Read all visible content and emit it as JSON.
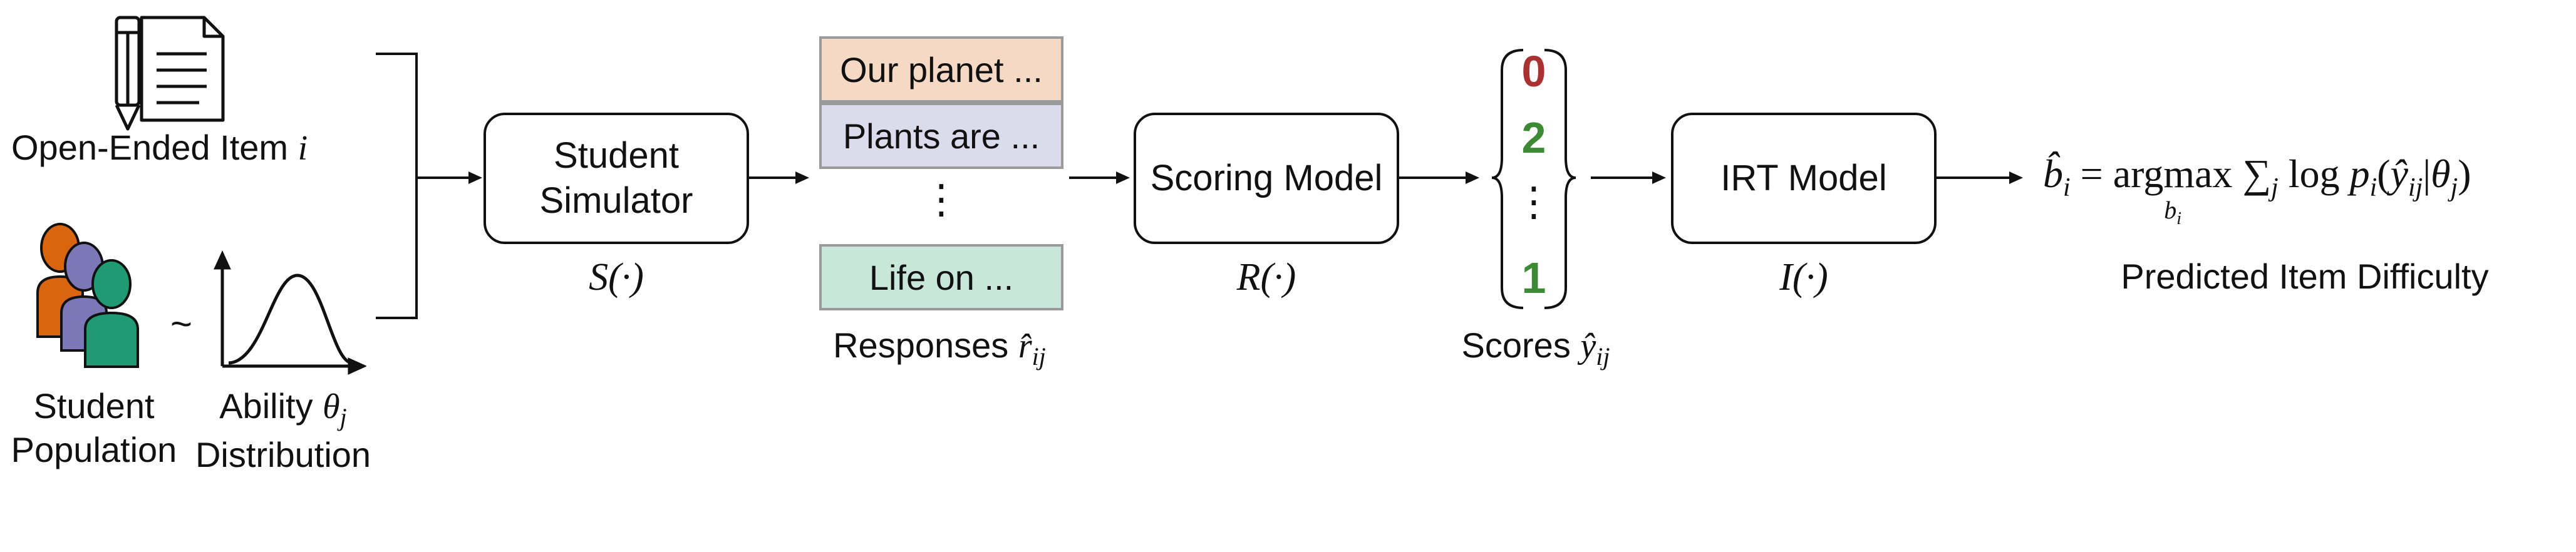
{
  "inputs": {
    "item_label": "Open-Ended Item",
    "item_var": "i",
    "population_label_line1": "Student",
    "population_label_line2": "Population",
    "tilde": "~",
    "ability_label_line1": "Ability",
    "ability_var": "θ",
    "ability_sub": "j",
    "ability_label_line2": "Distribution"
  },
  "simulator": {
    "label_line1": "Student",
    "label_line2": "Simulator",
    "symbol": "S(·)"
  },
  "responses": {
    "items": [
      {
        "text": "Our planet ...",
        "color": "#f6d9c4"
      },
      {
        "text": "Plants are ...",
        "color": "#dcdbeb"
      },
      {
        "text": "Life on ...",
        "color": "#c8e7da"
      }
    ],
    "ellipsis": "⋮",
    "caption": "Responses",
    "caption_var": "r̂",
    "caption_sub": "ij"
  },
  "scoring": {
    "label": "Scoring Model",
    "symbol": "R(·)"
  },
  "scores": {
    "values": [
      {
        "text": "0",
        "color": "#a83232"
      },
      {
        "text": "2",
        "color": "#3c8a33"
      },
      {
        "text": "1",
        "color": "#3c8a33"
      }
    ],
    "ellipsis": "⋮",
    "caption": "Scores",
    "caption_var": "ŷ",
    "caption_sub": "ij"
  },
  "irt": {
    "label": "IRT Model",
    "symbol": "I(·)"
  },
  "output": {
    "b": "b̂",
    "b_sub": "i",
    "equals": "=",
    "argmax": "argmax",
    "argmax_sub": "b",
    "argmax_sub_sub": "i",
    "sum": "∑",
    "sum_sub": "j",
    "log": "log",
    "p": "p",
    "p_sub": "i",
    "paren_open": "(",
    "y": "ŷ",
    "y_sub": "ij",
    "bar": "|",
    "theta": "θ",
    "theta_sub": "j",
    "paren_close": ")",
    "caption": "Predicted Item Difficulty"
  },
  "colors": {
    "stroke": "#111111",
    "person_orange": "#d9650f",
    "person_purple": "#7c78b8",
    "person_green": "#1f9a72"
  }
}
